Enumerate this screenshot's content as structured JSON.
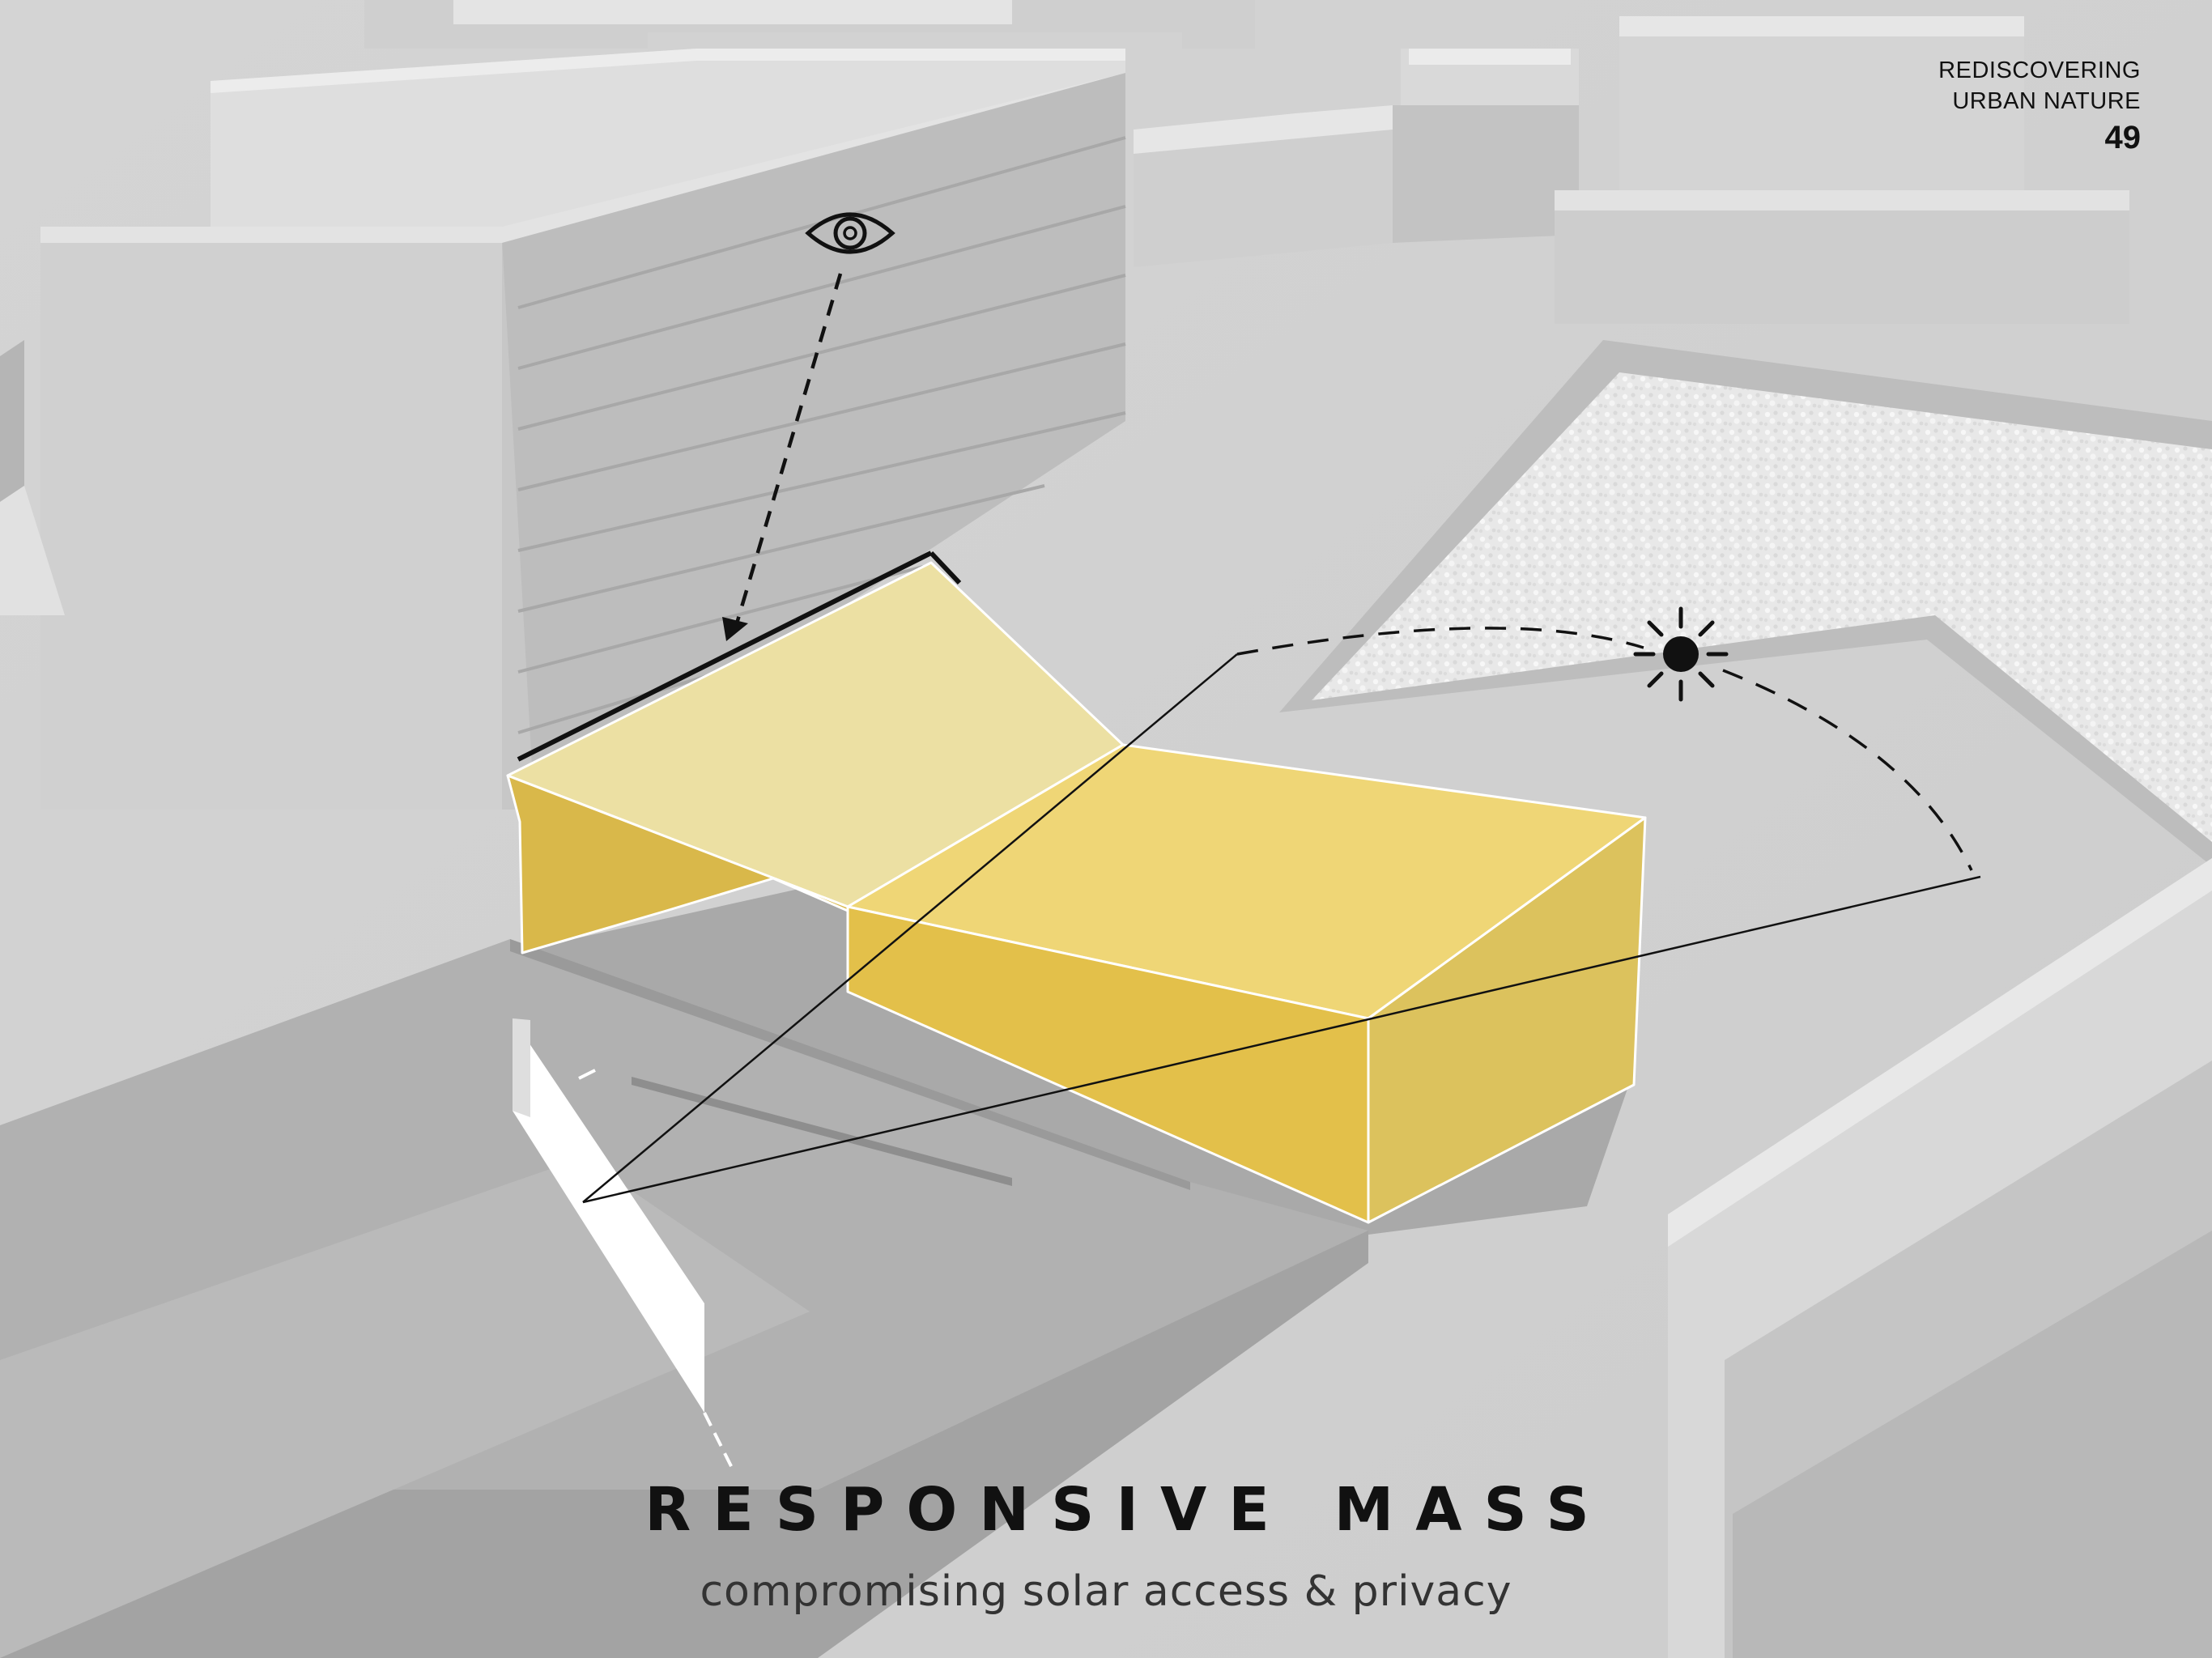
{
  "header": {
    "line1": "REDISCOVERING",
    "line2": "URBAN NATURE",
    "page_number": "49"
  },
  "diagram": {
    "title": "RESPONSIVE MASS",
    "subtitle": "compromising solar access & privacy",
    "icons": [
      "eye-icon",
      "sun-icon"
    ],
    "colors": {
      "mass_front": "#e3c04a",
      "mass_top_left": "#ece0a3",
      "mass_top_right": "#efd676",
      "mass_side": "#dcc25d",
      "context_massing": "#d6d6d6",
      "annotation": "#111111"
    }
  }
}
